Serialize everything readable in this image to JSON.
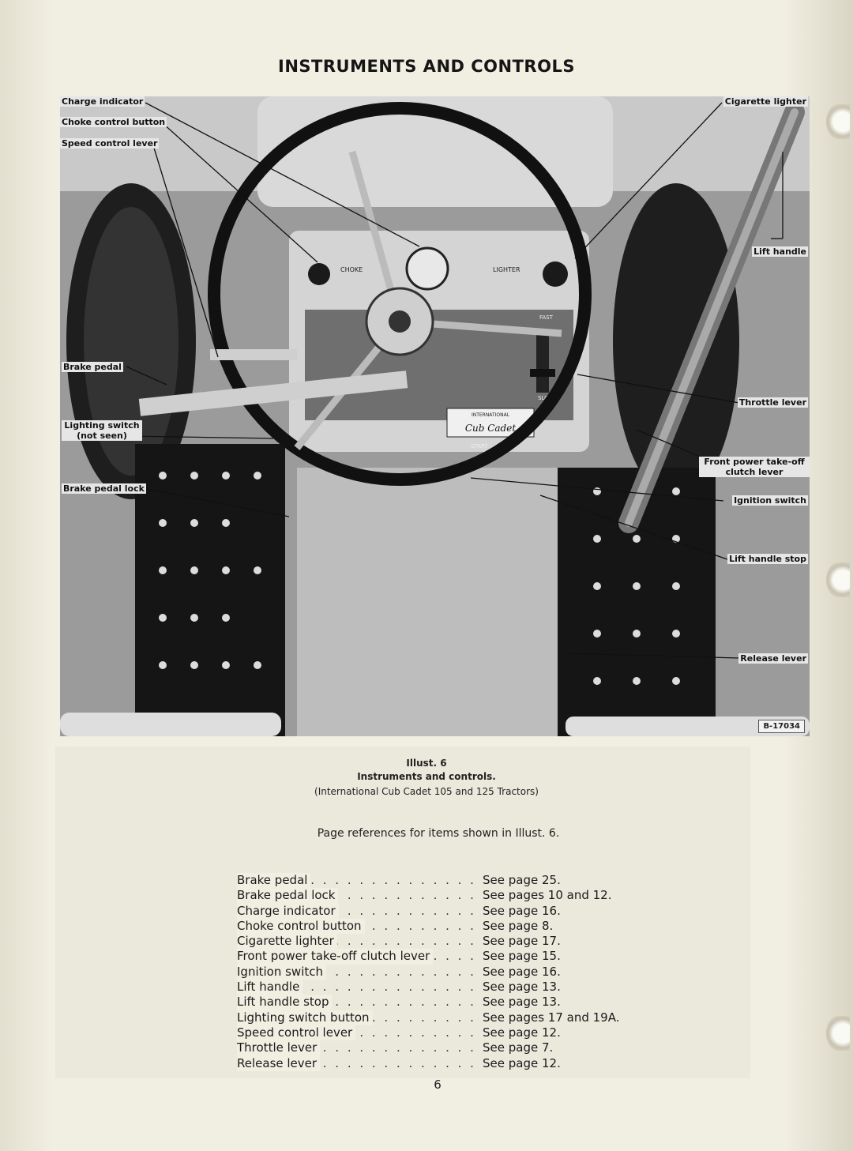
{
  "title": "INSTRUMENTS AND CONTROLS",
  "photo": {
    "plate_id": "B-17034",
    "callouts_left": [
      "Charge indicator",
      "Choke control button",
      "Speed control lever",
      "Brake pedal",
      "Lighting switch",
      "(not seen)",
      "Brake pedal lock"
    ],
    "callouts_right": [
      "Cigarette lighter",
      "Lift handle",
      "Throttle lever",
      "Front power take-off",
      "clutch lever",
      "Ignition switch",
      "Lift handle stop",
      "Release lever"
    ],
    "panel_labels": [
      "CHOKE",
      "LIGHTER",
      "FAST",
      "SLOW",
      "INTERNATIONAL",
      "Cub Cadet",
      "START"
    ]
  },
  "caption": {
    "illust": "Illust. 6",
    "line1": "Instruments and controls.",
    "line2": "(International Cub Cadet 105 and 125 Tractors)"
  },
  "refs_heading": "Page references for items shown in Illust. 6.",
  "refs": [
    {
      "item": "Brake pedal",
      "page": "See page 25."
    },
    {
      "item": "Brake pedal lock",
      "page": "See pages 10 and 12."
    },
    {
      "item": "Charge indicator",
      "page": "See page 16."
    },
    {
      "item": "Choke control button",
      "page": "See page 8."
    },
    {
      "item": "Cigarette lighter",
      "page": "See page 17."
    },
    {
      "item": "Front power take-off clutch lever",
      "page": "See page 15."
    },
    {
      "item": "Ignition switch",
      "page": "See page 16."
    },
    {
      "item": "Lift handle",
      "page": "See page 13."
    },
    {
      "item": "Lift handle stop",
      "page": "See page 13."
    },
    {
      "item": "Lighting switch button",
      "page": "See pages 17 and 19A."
    },
    {
      "item": "Speed control lever",
      "page": "See page 12."
    },
    {
      "item": "Throttle lever",
      "page": "See page 7."
    },
    {
      "item": "Release lever",
      "page": "See page 12."
    }
  ],
  "page_number": "6"
}
